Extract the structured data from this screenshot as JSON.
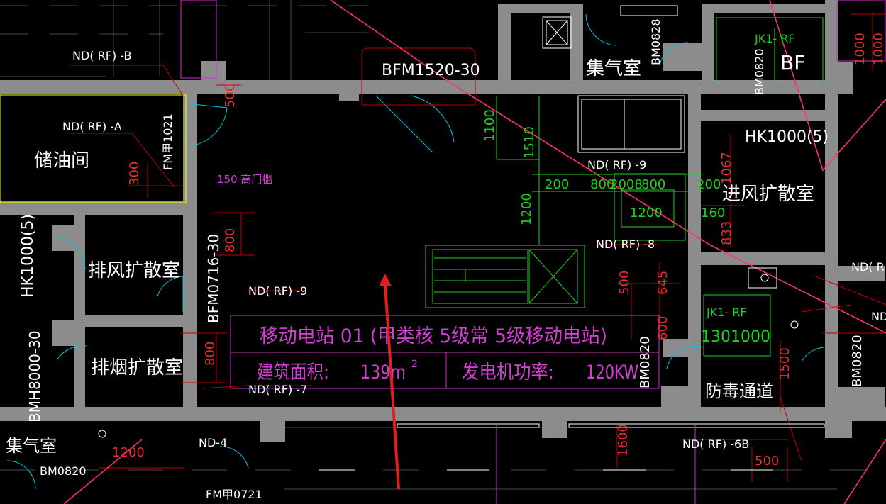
{
  "colors": {
    "background": "#000000",
    "wall": "#8c8c8c",
    "room_label": "#ffffff",
    "dimension": "#e23030",
    "annotation": "#ffffff",
    "title_block": "#d040d0",
    "equipment": "#20d020",
    "arrow": "#e02020",
    "boundary": "#ffff00"
  },
  "rooms": {
    "oil_storage": "储油间",
    "exhaust_diffusion": "排风扩散室",
    "smoke_diffusion": "排烟扩散室",
    "air_collection_top": "集气室",
    "air_collection_bottom": "集气室",
    "intake_diffusion": "进风扩散室",
    "gas_corridor": "防毒通道",
    "bf": "BF"
  },
  "annotations": {
    "nd_rf_b": "ND( RF) -B",
    "nd_rf_a": "ND( RF) -A",
    "nd_rf_9a": "ND( RF) -9",
    "nd_rf_9b": "ND( RF) -9",
    "nd_rf_8": "ND( RF) -8",
    "nd_rf_7": "ND( RF) -7",
    "nd_rf_6b": "ND( RF) -6B",
    "nd_rf_right": "ND( R",
    "nd_right_small": "ND",
    "nd_4": "ND-4",
    "threshold": "150 高门槛",
    "jk1_top": "JK1- RF",
    "jk1_mid": "JK1- RF",
    "jk1_mid_size": "1301000",
    "hk_right": "HK1000(5)",
    "hk_left": "HK1000(5)"
  },
  "door_tags": {
    "bfm1520": "BFM1520-30",
    "fmjia1021": "FM甲1021",
    "bfm0716": "BFM0716-30",
    "bmh8000": "BMH8000-30",
    "bm0828": "BM0828",
    "bm0820_left": "BM0820",
    "bm0820_mid": "BM0820",
    "bm0820_right": "BM0820",
    "fmjia0721": "FM甲0721",
    "bm_top_right": "BM0820"
  },
  "dimensions": {
    "d500_top": "500",
    "d300": "300",
    "d800_left": "800",
    "d800_left2": "800",
    "d1100": "1100",
    "d1510": "1510",
    "d200_a": "200",
    "d800_b": "800",
    "d2008": "2008",
    "d800_c": "800",
    "d200_b": "200",
    "d1200_v": "1200",
    "d1200_h": "1200",
    "d160": "160",
    "d1067": "1067",
    "d833": "833",
    "d500_mid": "500",
    "d645": "645",
    "d600": "600",
    "d1500": "1500",
    "d1600": "1600",
    "d500_bot": "500",
    "d1200_bot": "1200",
    "d1000_top": "1000",
    "d1000_top2": "1000"
  },
  "title_block": {
    "title": "移动电站  01 (甲类核  5级常 5级移动电站)",
    "area_label": "建筑面积:",
    "area_value": "139m",
    "area_unit_sup": "2",
    "power_label": "发电机功率:",
    "power_value": "120KW"
  }
}
